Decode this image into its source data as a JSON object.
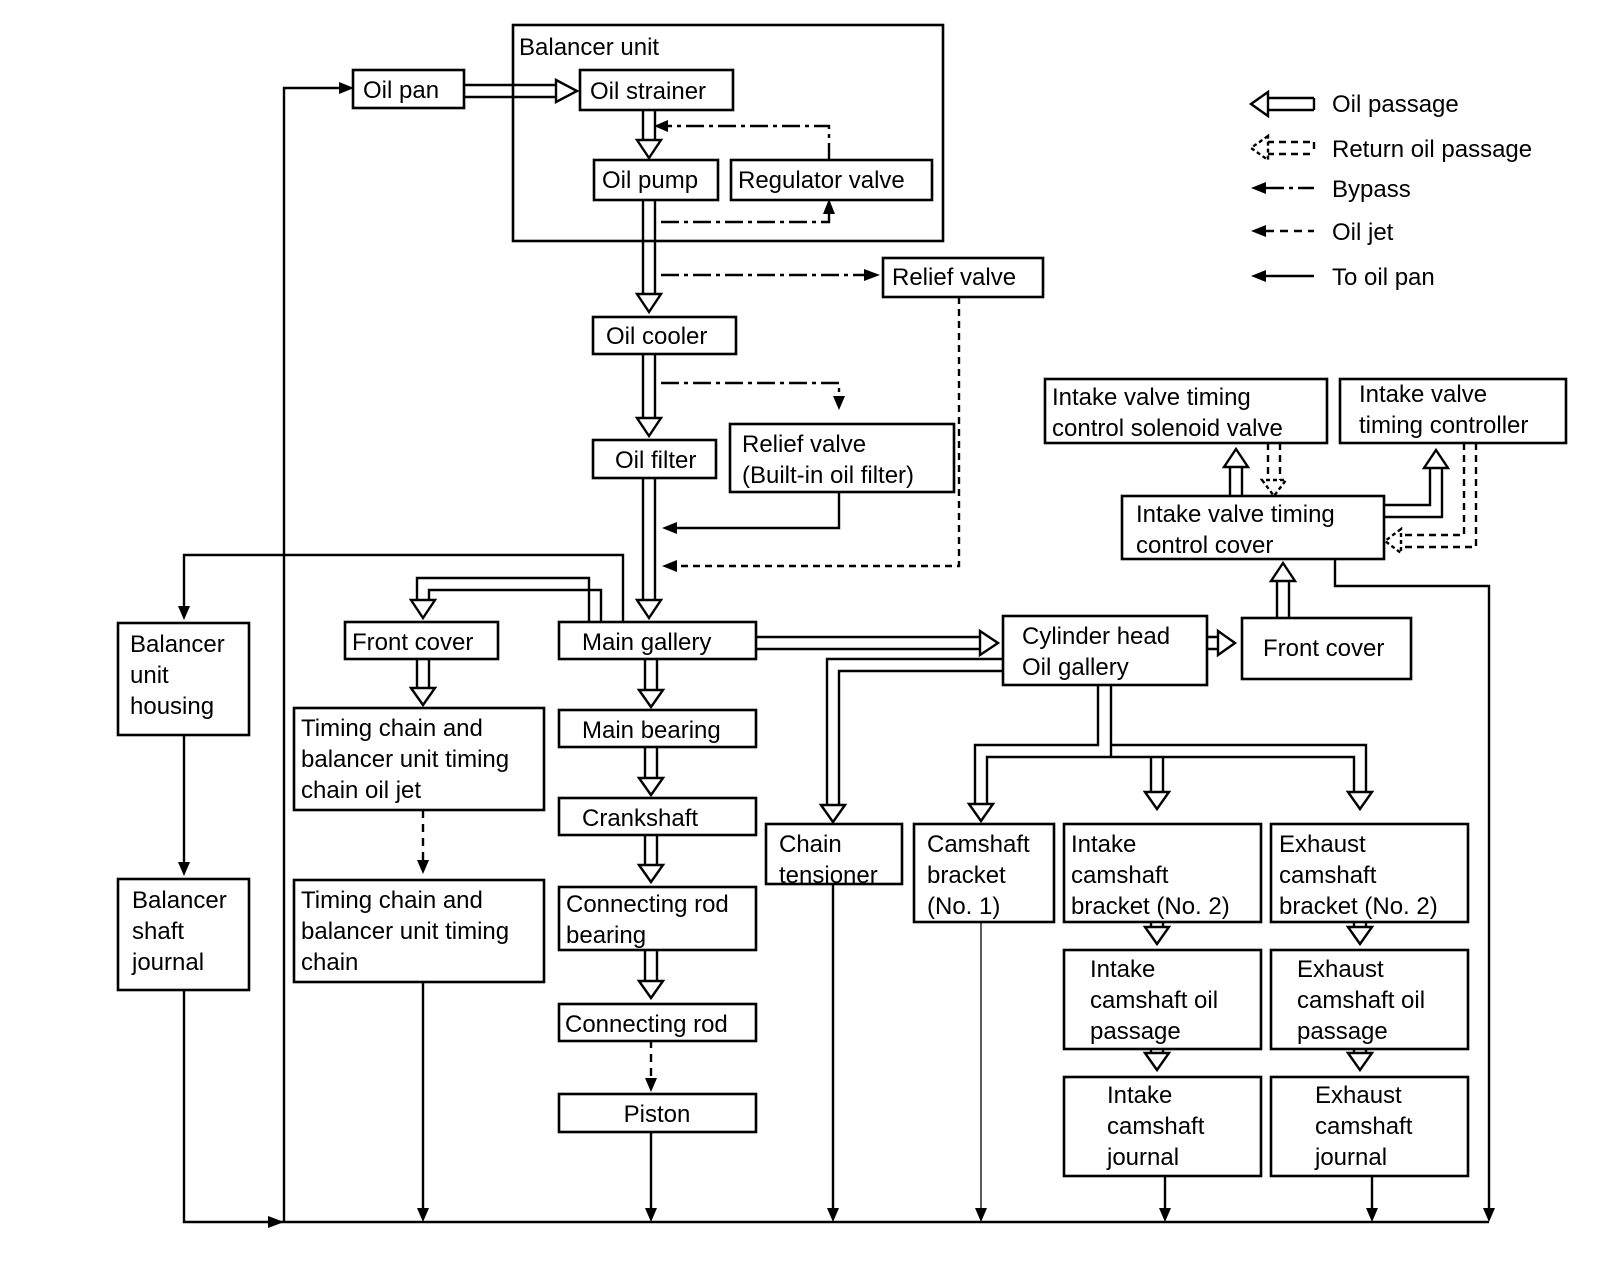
{
  "boxes": {
    "balancer_unit": [
      "Balancer unit"
    ],
    "oil_pan": [
      "Oil pan"
    ],
    "oil_strainer": [
      "Oil strainer"
    ],
    "oil_pump": [
      "Oil pump"
    ],
    "regulator_valve": [
      "Regulator valve"
    ],
    "relief_valve": [
      "Relief valve"
    ],
    "oil_cooler": [
      "Oil cooler"
    ],
    "oil_filter": [
      "Oil filter"
    ],
    "relief_valve_filter": [
      "Relief valve",
      "(Built-in oil filter)"
    ],
    "main_gallery": [
      "Main gallery"
    ],
    "main_bearing": [
      "Main bearing"
    ],
    "crankshaft": [
      "Crankshaft"
    ],
    "connecting_rod_bearing": [
      "Connecting rod",
      "bearing"
    ],
    "connecting_rod": [
      "Connecting rod"
    ],
    "piston": [
      "Piston"
    ],
    "front_cover_left": [
      "Front cover"
    ],
    "timing_chain_oil_jet": [
      "Timing chain and",
      "balancer unit timing",
      "chain oil jet"
    ],
    "timing_chain": [
      "Timing chain and",
      "balancer unit timing",
      "chain"
    ],
    "balancer_unit_housing": [
      "Balancer",
      "unit",
      "housing"
    ],
    "balancer_shaft_journal": [
      "Balancer",
      "shaft",
      "journal"
    ],
    "cylinder_head_gallery": [
      "Cylinder head",
      "Oil gallery"
    ],
    "front_cover_right": [
      "Front cover"
    ],
    "ivtc_solenoid_valve": [
      "Intake valve timing",
      "control solenoid valve"
    ],
    "ivt_controller": [
      "Intake valve",
      "timing controller"
    ],
    "ivtc_cover": [
      "Intake valve timing",
      "control cover"
    ],
    "chain_tensioner": [
      "Chain",
      "tensioner"
    ],
    "camshaft_bracket_no1": [
      "Camshaft",
      "bracket",
      "(No. 1)"
    ],
    "intake_camshaft_bracket": [
      "Intake",
      "camshaft",
      "bracket (No. 2)"
    ],
    "exhaust_camshaft_bracket": [
      "Exhaust",
      "camshaft",
      "bracket (No. 2)"
    ],
    "intake_camshaft_oil_passage": [
      "Intake",
      "camshaft oil",
      "passage"
    ],
    "exhaust_camshaft_oil_passage": [
      "Exhaust",
      "camshaft oil",
      "passage"
    ],
    "intake_camshaft_journal": [
      "Intake",
      "camshaft",
      "journal"
    ],
    "exhaust_camshaft_journal": [
      "Exhaust",
      "camshaft",
      "journal"
    ]
  },
  "legend": {
    "oil_passage": "Oil passage",
    "return_oil_passage": "Return oil passage",
    "bypass": "Bypass",
    "oil_jet": "Oil jet",
    "to_oil_pan": "To oil pan"
  }
}
